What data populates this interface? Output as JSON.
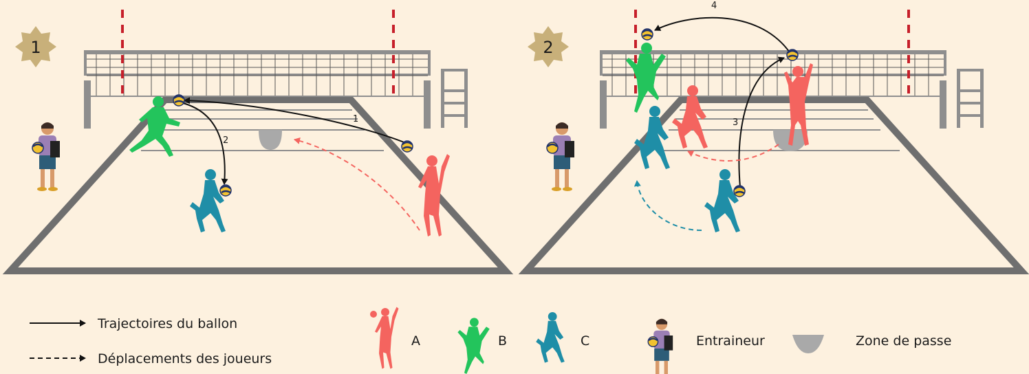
{
  "panels": [
    {
      "badge": "1",
      "trajectory_labels": [
        "1",
        "2"
      ]
    },
    {
      "badge": "2",
      "trajectory_labels": [
        "3",
        "4"
      ]
    }
  ],
  "legend": {
    "ball_trajectory": "Trajectoires du ballon",
    "player_movement": "Déplacements des joueurs",
    "player_a": "A",
    "player_b": "B",
    "player_c": "C",
    "coach": "Entraineur",
    "pass_zone": "Zone de passe"
  },
  "colors": {
    "background": "#fdf1df",
    "court_line": "#6f6f6f",
    "player_a": "#f4645f",
    "player_b": "#23c45c",
    "player_c": "#1f8ea7",
    "pass_zone": "#a9a9a9",
    "badge": "#c8b07a",
    "ball_arrow": "#111111"
  },
  "icons": [
    "star-badge-icon",
    "volleyball-icon",
    "coach-icon",
    "player-silhouette-icon",
    "referee-chair-icon",
    "net-icon"
  ]
}
